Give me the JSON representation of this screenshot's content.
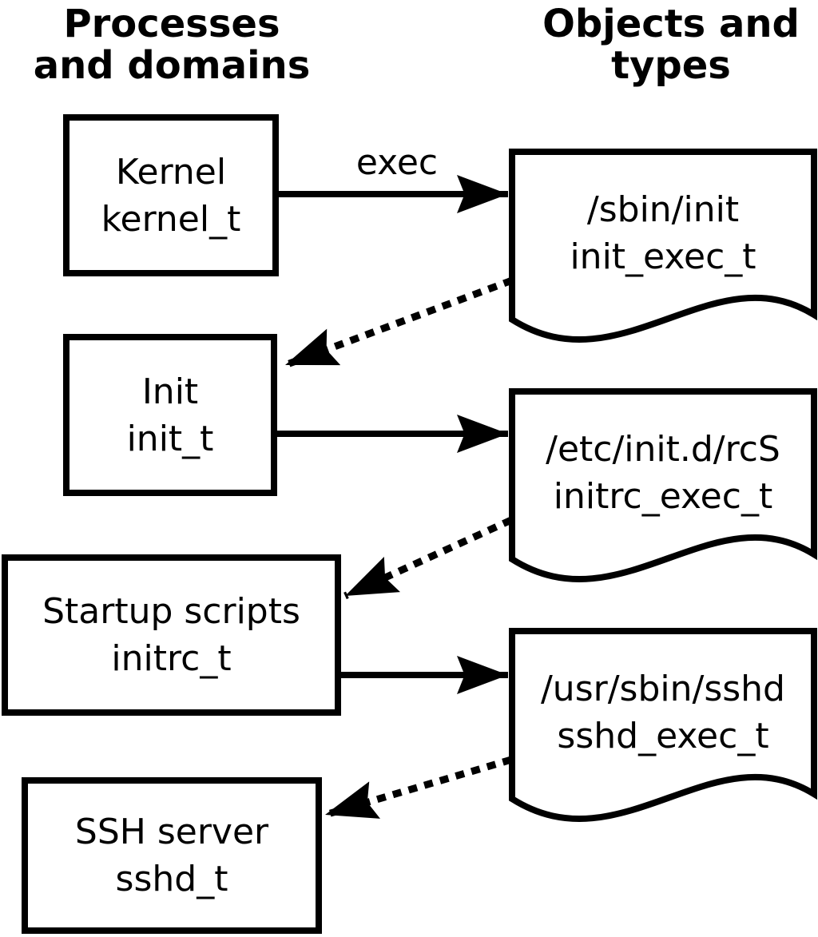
{
  "diagram": {
    "kind": "SELinux domain transition diagram",
    "colors": {
      "ink": "#000000",
      "background": "#ffffff"
    },
    "headers": {
      "left": "Processes\nand domains",
      "right": "Objects and\ntypes"
    },
    "process_nodes": [
      {
        "id": "kernel",
        "label": "Kernel",
        "type": "kernel_t"
      },
      {
        "id": "init",
        "label": "Init",
        "type": "init_t"
      },
      {
        "id": "initrc",
        "label": "Startup scripts",
        "type": "initrc_t"
      },
      {
        "id": "sshd",
        "label": "SSH server",
        "type": "sshd_t"
      }
    ],
    "object_nodes": [
      {
        "id": "init_exec",
        "label": "/sbin/init",
        "type": "init_exec_t"
      },
      {
        "id": "initrc_exec",
        "label": "/etc/init.d/rcS",
        "type": "initrc_exec_t"
      },
      {
        "id": "sshd_exec",
        "label": "/usr/sbin/sshd",
        "type": "sshd_exec_t"
      }
    ],
    "edges": [
      {
        "from": "kernel_t",
        "to": "init_exec_t",
        "style": "solid",
        "label": "exec"
      },
      {
        "from": "init_exec_t",
        "to": "init_t",
        "style": "dotted",
        "label": ""
      },
      {
        "from": "init_t",
        "to": "initrc_exec_t",
        "style": "solid",
        "label": ""
      },
      {
        "from": "initrc_exec_t",
        "to": "initrc_t",
        "style": "dotted",
        "label": ""
      },
      {
        "from": "initrc_t",
        "to": "sshd_exec_t",
        "style": "solid",
        "label": ""
      },
      {
        "from": "sshd_exec_t",
        "to": "sshd_t",
        "style": "dotted",
        "label": ""
      }
    ]
  }
}
